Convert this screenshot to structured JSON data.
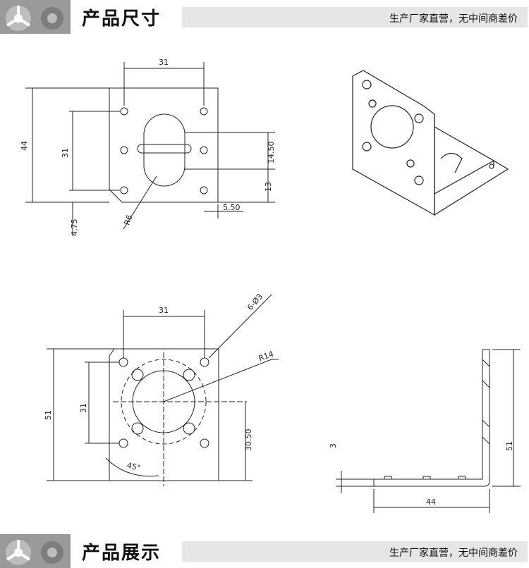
{
  "header": {
    "title": "产品尺寸",
    "slogan": "生产厂家直营，无中间商差价",
    "logo_icon": "gears-icon"
  },
  "footer": {
    "title": "产品展示",
    "slogan": "生产厂家直营，无中间商差价",
    "logo_icon": "gears-icon"
  },
  "drawing": {
    "view1": {
      "top_width": "31",
      "height": "44",
      "hole_spacing": "31",
      "slot_height": "14.50",
      "slot_offset": "13",
      "radius": "R6",
      "edge_offset": "5.50",
      "bottom_offset": "4.75"
    },
    "view2": {
      "top_width": "31",
      "holes": "6-Ø3",
      "radius": "R14",
      "height": "51",
      "hole_spacing": "31",
      "center_height": "30.50",
      "angle": "45°"
    },
    "view3": {
      "thickness": "3",
      "height": "51",
      "length": "44"
    }
  },
  "colors": {
    "banner_bar": "#e6e6e6",
    "line": "#222222"
  }
}
